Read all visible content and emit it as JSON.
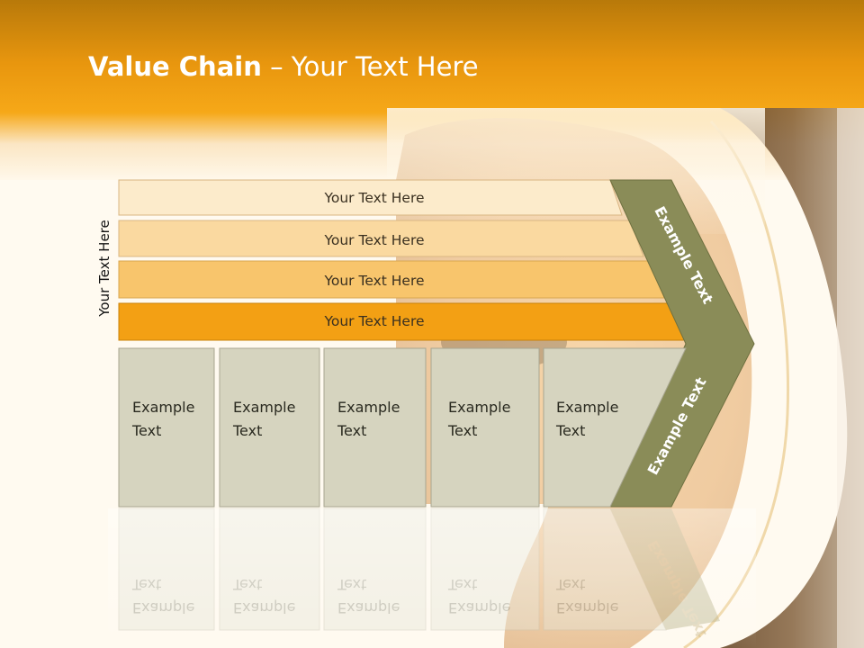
{
  "slide": {
    "title_bold": "Value Chain",
    "title_rest": " – Your Text Here",
    "side_label": "Your Text Here"
  },
  "bars": [
    {
      "label": "Your Text Here",
      "color": "#fcebcb"
    },
    {
      "label": "Your Text Here",
      "color": "#fad9a0"
    },
    {
      "label": "Your Text Here",
      "color": "#f8c56c"
    },
    {
      "label": "Your Text Here",
      "color": "#f3a014"
    }
  ],
  "boxes": [
    {
      "line1": "Example",
      "line2": "Text"
    },
    {
      "line1": "Example",
      "line2": "Text"
    },
    {
      "line1": "Example",
      "line2": "Text"
    },
    {
      "line1": "Example",
      "line2": "Text"
    },
    {
      "line1": "Example",
      "line2": "Text"
    }
  ],
  "chevron": {
    "upper_label": "Example Text",
    "lower_label": "Example Text",
    "color": "#8a8c58"
  },
  "colors": {
    "box_fill": "#d6d4bf",
    "box_stroke": "#a8a690",
    "header_orange": "#f6a818"
  }
}
